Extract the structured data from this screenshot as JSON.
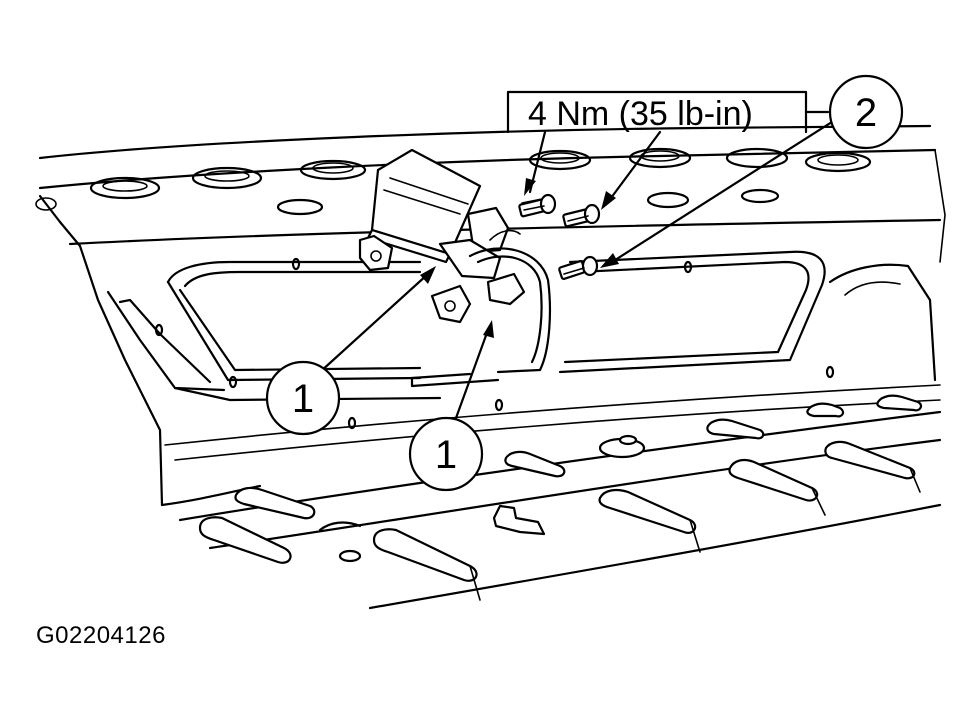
{
  "torque_spec": "4 Nm (35 lb-in)",
  "callouts": {
    "module_left": "1",
    "module_lower": "1",
    "bolts": "2"
  },
  "figure_id": "G02204126"
}
